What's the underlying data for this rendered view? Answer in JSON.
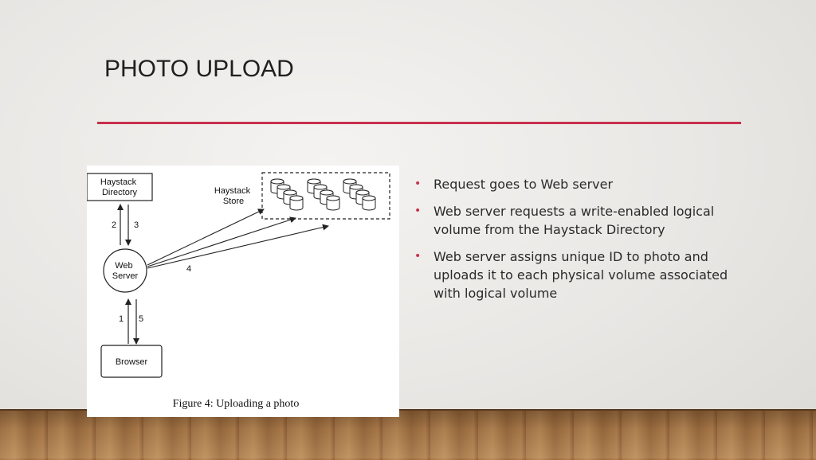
{
  "slide": {
    "title": "PHOTO UPLOAD",
    "accent_color": "#c8304e"
  },
  "bullets": [
    "Request goes to Web server",
    "Web server requests a write-enabled logical volume from the Haystack Directory",
    "Web server assigns unique ID to photo and uploads it to each physical volume associated with logical volume"
  ],
  "diagram": {
    "nodes": {
      "directory": "Haystack\nDirectory",
      "store": "Haystack\nStore",
      "web_server": "Web\nServer",
      "browser": "Browser"
    },
    "edge_labels": {
      "dir_left": "2",
      "dir_right": "3",
      "store": "4",
      "browser_left": "1",
      "browser_right": "5"
    },
    "caption": "Figure 4: Uploading a photo"
  }
}
